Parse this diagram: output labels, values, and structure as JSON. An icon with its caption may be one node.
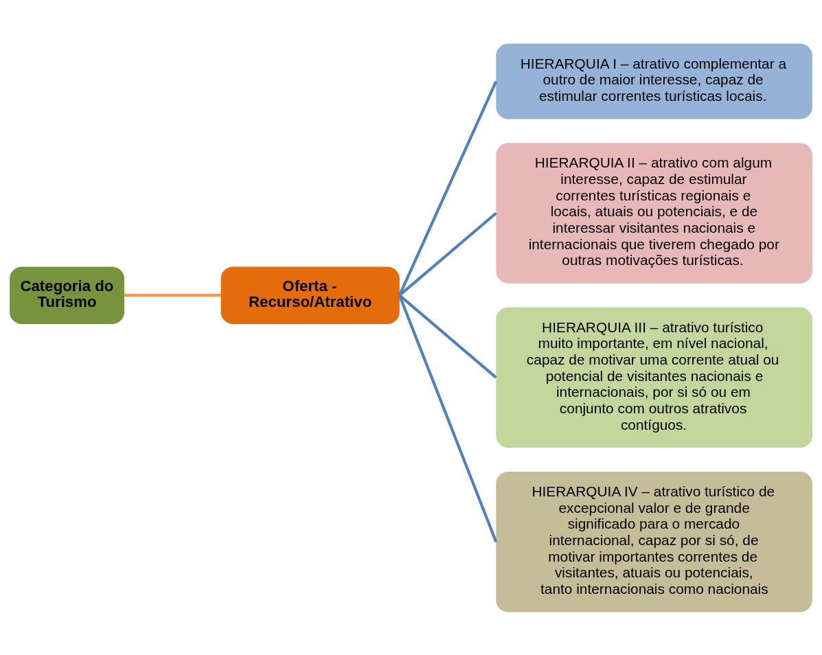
{
  "diagram": {
    "nodes": [
      {
        "text": [
          "Categoria do Turismo"
        ]
      },
      {
        "text": [
          "Oferta - Recurso/Atrativo"
        ]
      },
      {
        "text": [
          "HIERARQUIA I – atrativo complementar a outro de maior interesse, capaz de estimular correntes turísticas locais."
        ]
      },
      {
        "text": [
          "HIERARQUIA II – atrativo com algum interesse, capaz de estimular correntes turísticas regionais e locais, atuais ou potenciais, e de interessar visitantes nacionais e internacionais que tiverem chegado por outras motivações turísticas."
        ]
      },
      {
        "text": [
          "HIERARQUIA III – atrativo turístico muito importante, em nível nacional, capaz de motivar uma corrente atual ou potencial de visitantes nacionais e internacionais, por si só ou em conjunto com outros atrativos contíguos."
        ]
      },
      {
        "text": [
          "HIERARQUIA IV – atrativo turístico de excepcional valor e de grande significado para o mercado internacional, capaz por si só, de motivar importantes correntes de visitantes, atuais ou potenciais, tanto internacionais como nacionais"
        ]
      }
    ],
    "edges": [
      {
        "from": 0,
        "to": 1,
        "arrow": "none",
        "color": "#f79646"
      },
      {
        "from": 1,
        "to": 2,
        "arrow": "none"
      },
      {
        "from": 1,
        "to": 3,
        "arrow": "none"
      },
      {
        "from": 1,
        "to": 4,
        "arrow": "none"
      },
      {
        "from": 1,
        "to": 5,
        "arrow": "none"
      }
    ]
  }
}
